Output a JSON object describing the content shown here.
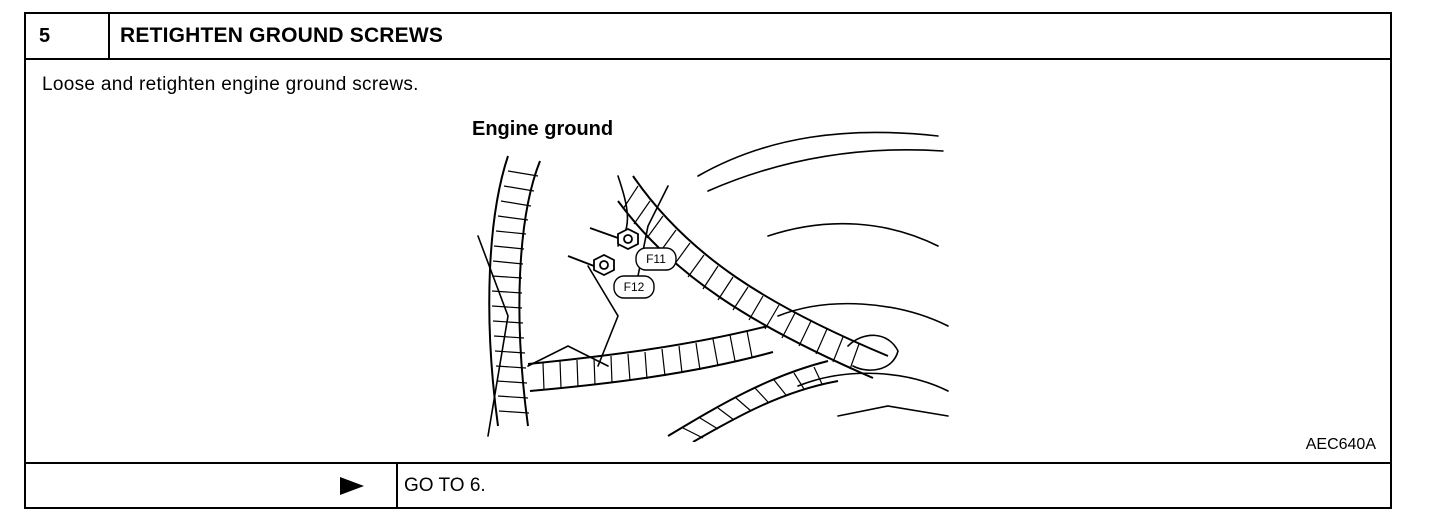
{
  "step": {
    "number": "5",
    "title": "RETIGHTEN GROUND SCREWS"
  },
  "instruction": "Loose and retighten engine ground screws.",
  "figure": {
    "label": "Engine ground",
    "callouts": [
      "F11",
      "F12"
    ],
    "code": "AEC640A"
  },
  "footer": {
    "action": "GO TO 6.",
    "arrow_icon": "play-arrow-icon"
  }
}
